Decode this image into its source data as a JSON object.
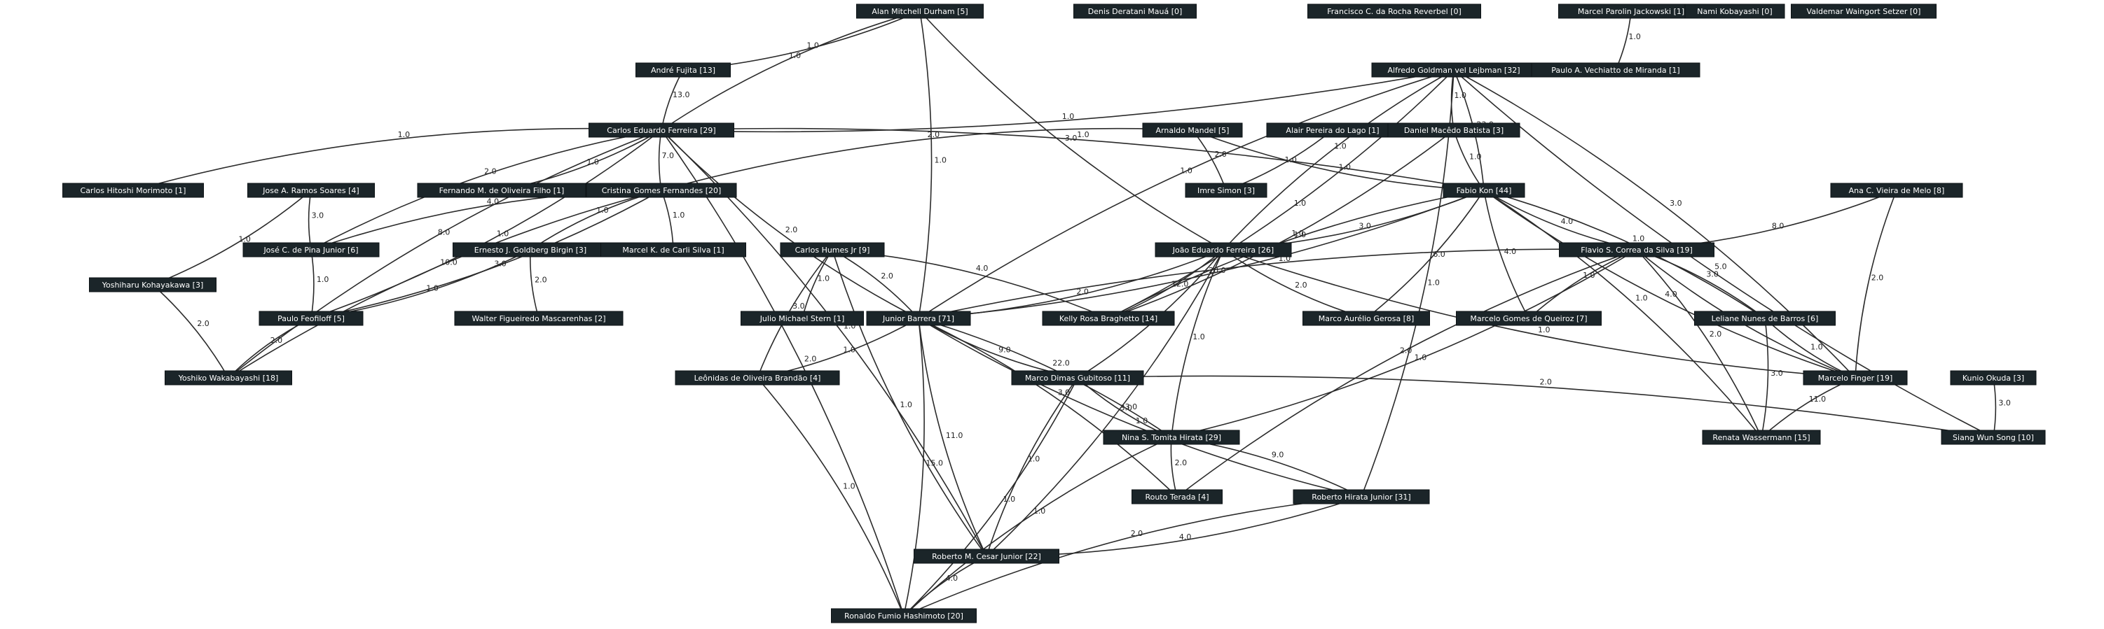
{
  "nodes": [
    {
      "id": "alan",
      "label": "Alan Mitchell Durham [5]"
    },
    {
      "id": "denis",
      "label": "Denis Deratani Mauá [0]"
    },
    {
      "id": "francisco",
      "label": "Francisco C. da Rocha Reverbel [0]"
    },
    {
      "id": "marcelp",
      "label": "Marcel Parolin Jackowski [1]"
    },
    {
      "id": "nami",
      "label": "Nami Kobayashi [0]"
    },
    {
      "id": "valdemar",
      "label": "Valdemar Waingort Setzer [0]"
    },
    {
      "id": "andre",
      "label": "André Fujita [13]"
    },
    {
      "id": "alfredo",
      "label": "Alfredo Goldman vel Lejbman [32]"
    },
    {
      "id": "paulov",
      "label": "Paulo A. Vechiatto de Miranda [1]"
    },
    {
      "id": "carlosef",
      "label": "Carlos Eduardo Ferreira [29]"
    },
    {
      "id": "arnaldo",
      "label": "Arnaldo Mandel [5]"
    },
    {
      "id": "alair",
      "label": "Alair Pereira do Lago [1]"
    },
    {
      "id": "daniel",
      "label": "Daniel Macêdo Batista [3]"
    },
    {
      "id": "carloshm",
      "label": "Carlos Hitoshi Morimoto [1]"
    },
    {
      "id": "josear",
      "label": "Jose A. Ramos Soares [4]"
    },
    {
      "id": "fernando",
      "label": "Fernando M. de Oliveira Filho [1]"
    },
    {
      "id": "cristina",
      "label": "Cristina Gomes Fernandes [20]"
    },
    {
      "id": "imre",
      "label": "Imre Simon [3]"
    },
    {
      "id": "fabio",
      "label": "Fabio Kon [44]"
    },
    {
      "id": "ana",
      "label": "Ana C. Vieira de Melo [8]"
    },
    {
      "id": "josecp",
      "label": "José C. de Pina Junior [6]"
    },
    {
      "id": "ernesto",
      "label": "Ernesto J. Goldberg Birgin [3]"
    },
    {
      "id": "marcelk",
      "label": "Marcel K. de Carli Silva [1]"
    },
    {
      "id": "carloshj",
      "label": "Carlos Humes Jr [9]"
    },
    {
      "id": "joao",
      "label": "João Eduardo Ferreira [26]"
    },
    {
      "id": "flavio",
      "label": "Flavio S. Correa da Silva [19]"
    },
    {
      "id": "yoshiharu",
      "label": "Yoshiharu Kohayakawa [3]"
    },
    {
      "id": "paulof",
      "label": "Paulo Feofiloff [5]"
    },
    {
      "id": "walter",
      "label": "Walter Figueiredo Mascarenhas [2]"
    },
    {
      "id": "julio",
      "label": "Julio Michael Stern [1]"
    },
    {
      "id": "junior",
      "label": "Junior Barrera [71]"
    },
    {
      "id": "kelly",
      "label": "Kelly Rosa Braghetto [14]"
    },
    {
      "id": "marcoa",
      "label": "Marco Aurélio Gerosa [8]"
    },
    {
      "id": "marcelo",
      "label": "Marcelo Gomes de Queiroz [7]"
    },
    {
      "id": "leliane",
      "label": "Leliane Nunes de Barros [6]"
    },
    {
      "id": "yoshiko",
      "label": "Yoshiko Wakabayashi [18]"
    },
    {
      "id": "leonidas",
      "label": "Leônidas de Oliveira Brandão [4]"
    },
    {
      "id": "marcod",
      "label": "Marco Dimas Gubitoso [11]"
    },
    {
      "id": "marcelof",
      "label": "Marcelo Finger [19]"
    },
    {
      "id": "kunio",
      "label": "Kunio Okuda [3]"
    },
    {
      "id": "nina",
      "label": "Nina S. Tomita Hirata [29]"
    },
    {
      "id": "renata",
      "label": "Renata Wassermann [15]"
    },
    {
      "id": "siang",
      "label": "Siang Wun Song [10]"
    },
    {
      "id": "routo",
      "label": "Routo Terada [4]"
    },
    {
      "id": "roberto",
      "label": "Roberto Hirata Junior [31]"
    },
    {
      "id": "robertom",
      "label": "Roberto M. Cesar Junior [22]"
    },
    {
      "id": "ronaldo",
      "label": "Ronaldo Fumio Hashimoto [20]"
    }
  ],
  "edges": [
    {
      "from": "alan",
      "to": "andre",
      "label": "1.0"
    },
    {
      "from": "alan",
      "to": "carlosef",
      "label": "1.0"
    },
    {
      "from": "alan",
      "to": "junior",
      "label": "1.0"
    },
    {
      "from": "alan",
      "to": "joao",
      "label": "3.0"
    },
    {
      "from": "marcelp",
      "to": "paulov",
      "label": "1.0"
    },
    {
      "from": "andre",
      "to": "carlosef",
      "label": "13.0"
    },
    {
      "from": "alfredo",
      "to": "carlosef",
      "label": "1.0"
    },
    {
      "from": "alfredo",
      "to": "daniel",
      "label": "1.0"
    },
    {
      "from": "alfredo",
      "to": "fabio",
      "label": "23.0"
    },
    {
      "from": "alfredo",
      "to": "joao",
      "label": "1.0"
    },
    {
      "from": "alfredo",
      "to": "kelly",
      "label": "1.0"
    },
    {
      "from": "alfredo",
      "to": "junior",
      "label": "1.0"
    },
    {
      "from": "alfredo",
      "to": "marcelof",
      "label": "3.0"
    },
    {
      "from": "alfredo",
      "to": "siang",
      "label": "5.0"
    },
    {
      "from": "alfredo",
      "to": "roberto",
      "label": "1.0"
    },
    {
      "from": "carlosef",
      "to": "carloshm",
      "label": "1.0"
    },
    {
      "from": "carlosef",
      "to": "fernando",
      "label": "1.0"
    },
    {
      "from": "carlosef",
      "to": "cristina",
      "label": "7.0"
    },
    {
      "from": "carlosef",
      "to": "fabio",
      "label": "1.0"
    },
    {
      "from": "carlosef",
      "to": "josecp",
      "label": "2.0"
    },
    {
      "from": "carlosef",
      "to": "paulof",
      "label": "1.0"
    },
    {
      "from": "carlosef",
      "to": "yoshiko",
      "label": "8.0"
    },
    {
      "from": "carlosef",
      "to": "ronaldo",
      "label": "2.0"
    },
    {
      "from": "carlosef",
      "to": "junior",
      "label": "2.0"
    },
    {
      "from": "carlosef",
      "to": "robertom",
      "label": "1.0"
    },
    {
      "from": "arnaldo",
      "to": "cristina",
      "label": "2.0"
    },
    {
      "from": "arnaldo",
      "to": "imre",
      "label": "2.0"
    },
    {
      "from": "arnaldo",
      "to": "fabio",
      "label": "1.0"
    },
    {
      "from": "alair",
      "to": "imre",
      "label": "1.0"
    },
    {
      "from": "daniel",
      "to": "fabio",
      "label": "1.0"
    },
    {
      "from": "daniel",
      "to": "kelly",
      "label": "1.0"
    },
    {
      "from": "josear",
      "to": "josecp",
      "label": "3.0"
    },
    {
      "from": "josear",
      "to": "yoshiharu",
      "label": "1.0"
    },
    {
      "from": "cristina",
      "to": "josecp",
      "label": "4.0"
    },
    {
      "from": "cristina",
      "to": "paulof",
      "label": "3.0"
    },
    {
      "from": "cristina",
      "to": "ernesto",
      "label": "1.0"
    },
    {
      "from": "cristina",
      "to": "marcelk",
      "label": "1.0"
    },
    {
      "from": "cristina",
      "to": "yoshiko",
      "label": "10.0"
    },
    {
      "from": "fabio",
      "to": "joao",
      "label": "3.0"
    },
    {
      "from": "fabio",
      "to": "flavio",
      "label": "4.0"
    },
    {
      "from": "fabio",
      "to": "marcoa",
      "label": "6.0"
    },
    {
      "from": "fabio",
      "to": "marcelo",
      "label": "4.0"
    },
    {
      "from": "fabio",
      "to": "leliane",
      "label": "1.0"
    },
    {
      "from": "fabio",
      "to": "marcelof",
      "label": "4.0"
    },
    {
      "from": "fabio",
      "to": "renata",
      "label": "1.0"
    },
    {
      "from": "fabio",
      "to": "kelly",
      "label": "1.0"
    },
    {
      "from": "ana",
      "to": "flavio",
      "label": "8.0"
    },
    {
      "from": "ana",
      "to": "marcelof",
      "label": "2.0"
    },
    {
      "from": "josecp",
      "to": "paulof",
      "label": "1.0"
    },
    {
      "from": "ernesto",
      "to": "walter",
      "label": "2.0"
    },
    {
      "from": "ernesto",
      "to": "paulof",
      "label": "1.0"
    },
    {
      "from": "carloshj",
      "to": "julio",
      "label": "1.0"
    },
    {
      "from": "carloshj",
      "to": "junior",
      "label": "2.0"
    },
    {
      "from": "carloshj",
      "to": "leonidas",
      "label": "3.0"
    },
    {
      "from": "carloshj",
      "to": "kelly",
      "label": "4.0"
    },
    {
      "from": "carloshj",
      "to": "robertom",
      "label": "1.0"
    },
    {
      "from": "joao",
      "to": "kelly",
      "label": "12.0"
    },
    {
      "from": "joao",
      "to": "marcoa",
      "label": "2.0"
    },
    {
      "from": "joao",
      "to": "junior",
      "label": "2.0"
    },
    {
      "from": "joao",
      "to": "marcelof",
      "label": "1.0"
    },
    {
      "from": "joao",
      "to": "marcod",
      "label": "2.0"
    },
    {
      "from": "joao",
      "to": "nina",
      "label": "1.0"
    },
    {
      "from": "joao",
      "to": "robertom",
      "label": "3.0"
    },
    {
      "from": "flavio",
      "to": "marcelo",
      "label": "1.0"
    },
    {
      "from": "flavio",
      "to": "leliane",
      "label": "3.0"
    },
    {
      "from": "flavio",
      "to": "marcelof",
      "label": "4.0"
    },
    {
      "from": "flavio",
      "to": "renata",
      "label": "2.0"
    },
    {
      "from": "flavio",
      "to": "junior",
      "label": "1.0"
    },
    {
      "from": "flavio",
      "to": "nina",
      "label": "1.0"
    },
    {
      "from": "flavio",
      "to": "routo",
      "label": "2.0"
    },
    {
      "from": "yoshiharu",
      "to": "yoshiko",
      "label": "2.0"
    },
    {
      "from": "paulof",
      "to": "yoshiko",
      "label": "2.0"
    },
    {
      "from": "junior",
      "to": "leonidas",
      "label": "1.0"
    },
    {
      "from": "junior",
      "to": "marcod",
      "label": "9.0"
    },
    {
      "from": "junior",
      "to": "nina",
      "label": "22.0"
    },
    {
      "from": "junior",
      "to": "roberto",
      "label": "1.0"
    },
    {
      "from": "junior",
      "to": "routo",
      "label": "3.0"
    },
    {
      "from": "junior",
      "to": "robertom",
      "label": "11.0"
    },
    {
      "from": "junior",
      "to": "ronaldo",
      "label": "15.0"
    },
    {
      "from": "leliane",
      "to": "marcelof",
      "label": "1.0"
    },
    {
      "from": "leliane",
      "to": "renata",
      "label": "3.0"
    },
    {
      "from": "marcelof",
      "to": "renata",
      "label": "11.0"
    },
    {
      "from": "kunio",
      "to": "siang",
      "label": "3.0"
    },
    {
      "from": "marcod",
      "to": "nina",
      "label": "3.0"
    },
    {
      "from": "marcod",
      "to": "siang",
      "label": "2.0"
    },
    {
      "from": "marcod",
      "to": "robertom",
      "label": "1.0"
    },
    {
      "from": "marcod",
      "to": "ronaldo",
      "label": "1.0"
    },
    {
      "from": "nina",
      "to": "routo",
      "label": "2.0"
    },
    {
      "from": "nina",
      "to": "roberto",
      "label": "9.0"
    },
    {
      "from": "nina",
      "to": "ronaldo",
      "label": "1.0"
    },
    {
      "from": "roberto",
      "to": "robertom",
      "label": "4.0"
    },
    {
      "from": "roberto",
      "to": "ronaldo",
      "label": "2.0"
    },
    {
      "from": "leonidas",
      "to": "ronaldo",
      "label": "1.0"
    },
    {
      "from": "robertom",
      "to": "ronaldo",
      "label": "4.0"
    },
    {
      "from": "fabio",
      "to": "junior",
      "label": "20.0"
    }
  ]
}
